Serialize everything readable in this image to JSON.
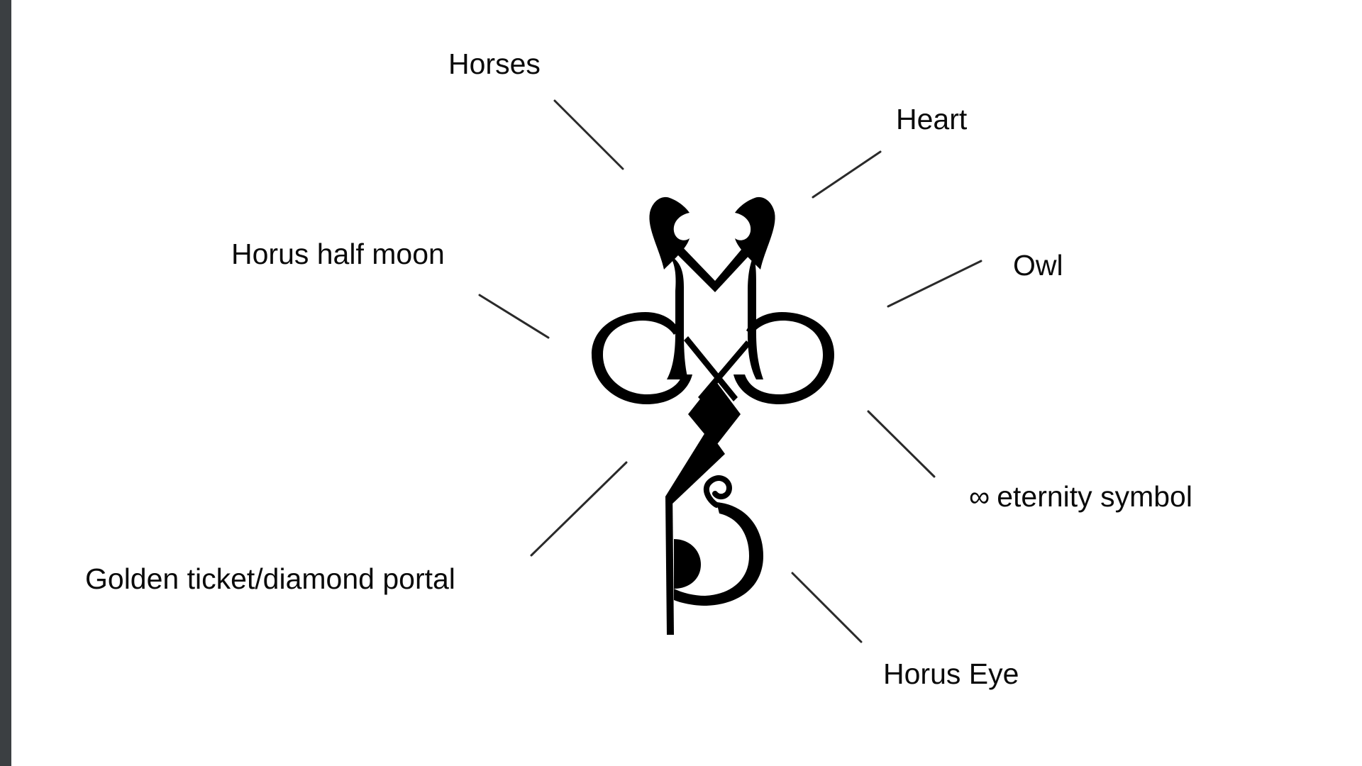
{
  "labels": {
    "horses": "Horses",
    "heart": "Heart",
    "horus_half_moon": "Horus half moon",
    "owl": "Owl",
    "eternity_symbol_glyph": "∞",
    "eternity_symbol": "eternity symbol",
    "golden_ticket": "Golden ticket/diamond portal",
    "horus_eye": "Horus Eye"
  },
  "colors": {
    "background": "#ffffff",
    "ink": "#0a0a0a",
    "leader": "#2a2a2a",
    "edge_bar": "#3b3f42"
  }
}
